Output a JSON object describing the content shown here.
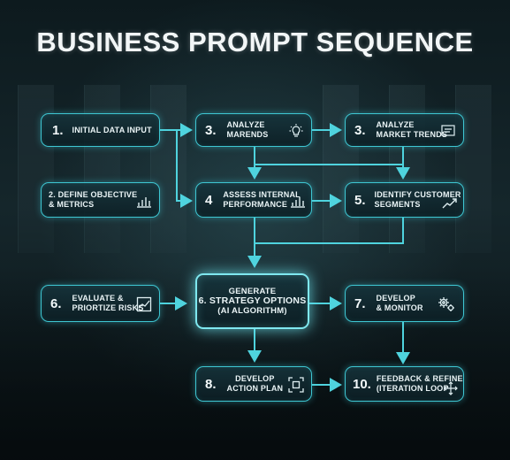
{
  "title": "BUSINESS PROMPT SEQUENCE",
  "steps": {
    "initial": {
      "num": "1.",
      "label": "INITIAL DATA INPUT"
    },
    "define": {
      "label": "2. DEFINE OBJECTIVE\n& METRICS",
      "icon": "bar-chart-icon"
    },
    "marends": {
      "num": "3.",
      "label": "ANALYZE\nMARENDS",
      "icon": "lightbulb-icon"
    },
    "market": {
      "num": "3.",
      "label": "ANALYZE\nMARKET TRENDS",
      "icon": "presentation-icon"
    },
    "assess": {
      "num": "4",
      "label": "ASSESS INTERNAL\nPERFORMANCE",
      "icon": "bar-chart-icon"
    },
    "customer": {
      "num": "5.",
      "label": "IDENTIFY CUSTOMER\nSEGMENTS",
      "icon": "trend-line-icon"
    },
    "evaluate": {
      "num": "6.",
      "label": "EVALUATE &\nPRIORTIZE RISKS",
      "icon": "trend-chart-icon"
    },
    "generate": {
      "label_top": "GENERATE",
      "label_mid": "6. STRATEGY OPTIONS",
      "label_bottom": "(AI ALGORITHM)"
    },
    "develop_monitor": {
      "num": "7.",
      "label": "DEVELOP\n& MONITOR",
      "icon": "gears-icon"
    },
    "action": {
      "num": "8.",
      "label": "DEVELOP\nACTION PLAN",
      "icon": "target-frame-icon"
    },
    "feedback": {
      "num": "10.",
      "label": "FEEDBACK & REFINE\n(ITERATION LOOP",
      "icon": "move-arrows-icon"
    }
  },
  "colors": {
    "accent": "#3ec6d2",
    "glow": "#7fe8f0",
    "text": "#eaf4f6",
    "background": "#0b1418"
  }
}
